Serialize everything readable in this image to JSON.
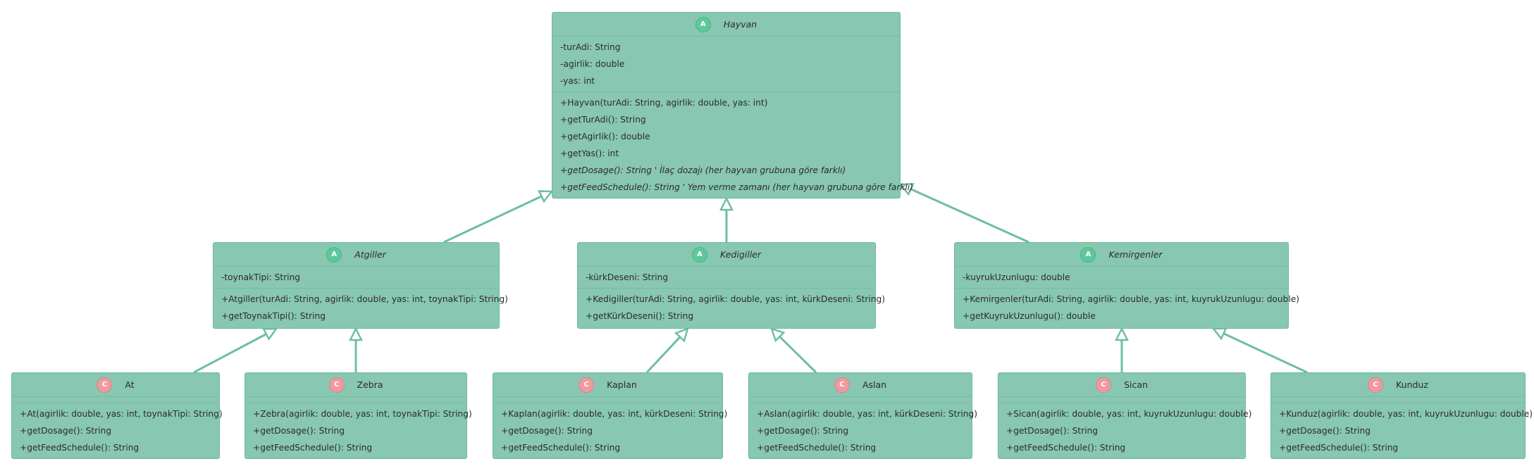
{
  "classes": {
    "hayvan": {
      "stereotype": "A",
      "name": "Hayvan",
      "fields": [
        "-turAdi: String",
        "-agirlik: double",
        "-yas: int"
      ],
      "methods": [
        {
          "text": "+Hayvan(turAdi: String, agirlik: double, yas: int)",
          "italic": false
        },
        {
          "text": "+getTurAdi(): String",
          "italic": false
        },
        {
          "text": "+getAgirlik(): double",
          "italic": false
        },
        {
          "text": "+getYas(): int",
          "italic": false
        },
        {
          "text": "+getDosage(): String     ' İlaç dozajı (her hayvan grubuna göre farklı)",
          "italic": true
        },
        {
          "text": "+getFeedSchedule(): String ' Yem verme zamanı (her hayvan grubuna göre farklı)",
          "italic": true
        }
      ]
    },
    "atgiller": {
      "stereotype": "A",
      "name": "Atgiller",
      "fields": [
        "-toynakTipi: String"
      ],
      "methods": [
        {
          "text": "+Atgiller(turAdi: String, agirlik: double, yas: int, toynakTipi: String)",
          "italic": false
        },
        {
          "text": "+getToynakTipi(): String",
          "italic": false
        }
      ]
    },
    "kedigiller": {
      "stereotype": "A",
      "name": "Kedigiller",
      "fields": [
        "-kürkDeseni: String"
      ],
      "methods": [
        {
          "text": "+Kedigiller(turAdi: String, agirlik: double, yas: int, kürkDeseni: String)",
          "italic": false
        },
        {
          "text": "+getKürkDeseni(): String",
          "italic": false
        }
      ]
    },
    "kemirgenler": {
      "stereotype": "A",
      "name": "Kemirgenler",
      "fields": [
        "-kuyrukUzunlugu: double"
      ],
      "methods": [
        {
          "text": "+Kemirgenler(turAdi: String, agirlik: double, yas: int, kuyrukUzunlugu: double)",
          "italic": false
        },
        {
          "text": "+getKuyrukUzunlugu(): double",
          "italic": false
        }
      ]
    },
    "at": {
      "stereotype": "C",
      "name": "At",
      "methods": [
        {
          "text": "+At(agirlik: double, yas: int, toynakTipi: String)",
          "italic": false
        },
        {
          "text": "+getDosage(): String",
          "italic": false
        },
        {
          "text": "+getFeedSchedule(): String",
          "italic": false
        }
      ]
    },
    "zebra": {
      "stereotype": "C",
      "name": "Zebra",
      "methods": [
        {
          "text": "+Zebra(agirlik: double, yas: int, toynakTipi: String)",
          "italic": false
        },
        {
          "text": "+getDosage(): String",
          "italic": false
        },
        {
          "text": "+getFeedSchedule(): String",
          "italic": false
        }
      ]
    },
    "kaplan": {
      "stereotype": "C",
      "name": "Kaplan",
      "methods": [
        {
          "text": "+Kaplan(agirlik: double, yas: int, kürkDeseni: String)",
          "italic": false
        },
        {
          "text": "+getDosage(): String",
          "italic": false
        },
        {
          "text": "+getFeedSchedule(): String",
          "italic": false
        }
      ]
    },
    "aslan": {
      "stereotype": "C",
      "name": "Aslan",
      "methods": [
        {
          "text": "+Aslan(agirlik: double, yas: int, kürkDeseni: String)",
          "italic": false
        },
        {
          "text": "+getDosage(): String",
          "italic": false
        },
        {
          "text": "+getFeedSchedule(): String",
          "italic": false
        }
      ]
    },
    "sican": {
      "stereotype": "C",
      "name": "Sican",
      "methods": [
        {
          "text": "+Sican(agirlik: double, yas: int, kuyrukUzunlugu: double)",
          "italic": false
        },
        {
          "text": "+getDosage(): String",
          "italic": false
        },
        {
          "text": "+getFeedSchedule(): String",
          "italic": false
        }
      ]
    },
    "kunduz": {
      "stereotype": "C",
      "name": "Kunduz",
      "methods": [
        {
          "text": "+Kunduz(agirlik: double, yas: int, kuyrukUzunlugu: double)",
          "italic": false
        },
        {
          "text": "+getDosage(): String",
          "italic": false
        },
        {
          "text": "+getFeedSchedule(): String",
          "italic": false
        }
      ]
    }
  },
  "inheritance": [
    {
      "child": "atgiller",
      "parent": "hayvan"
    },
    {
      "child": "kedigiller",
      "parent": "hayvan"
    },
    {
      "child": "kemirgenler",
      "parent": "hayvan"
    },
    {
      "child": "at",
      "parent": "atgiller"
    },
    {
      "child": "zebra",
      "parent": "atgiller"
    },
    {
      "child": "kaplan",
      "parent": "kedigiller"
    },
    {
      "child": "aslan",
      "parent": "kedigiller"
    },
    {
      "child": "sican",
      "parent": "kemirgenler"
    },
    {
      "child": "kunduz",
      "parent": "kemirgenler"
    }
  ],
  "colors": {
    "class_fill": "#88c7b2",
    "class_border": "#6cb89f",
    "edge": "#6dbf9f",
    "abstract_badge": "#5ec89a",
    "concrete_badge": "#ef9a9e"
  }
}
